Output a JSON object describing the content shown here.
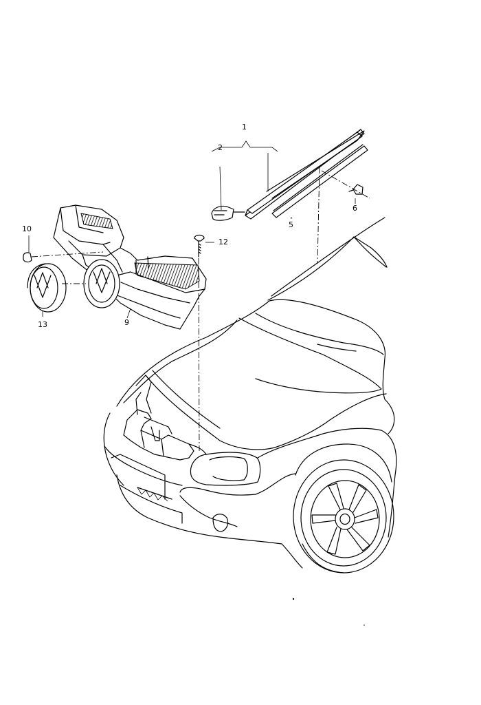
{
  "callouts": [
    {
      "id": "1",
      "label": "1"
    },
    {
      "id": "2",
      "label": "2"
    },
    {
      "id": "5",
      "label": "5"
    },
    {
      "id": "6",
      "label": "6"
    },
    {
      "id": "9",
      "label": "9"
    },
    {
      "id": "10",
      "label": "10"
    },
    {
      "id": "12",
      "label": "12"
    },
    {
      "id": "13",
      "label": "13"
    }
  ]
}
